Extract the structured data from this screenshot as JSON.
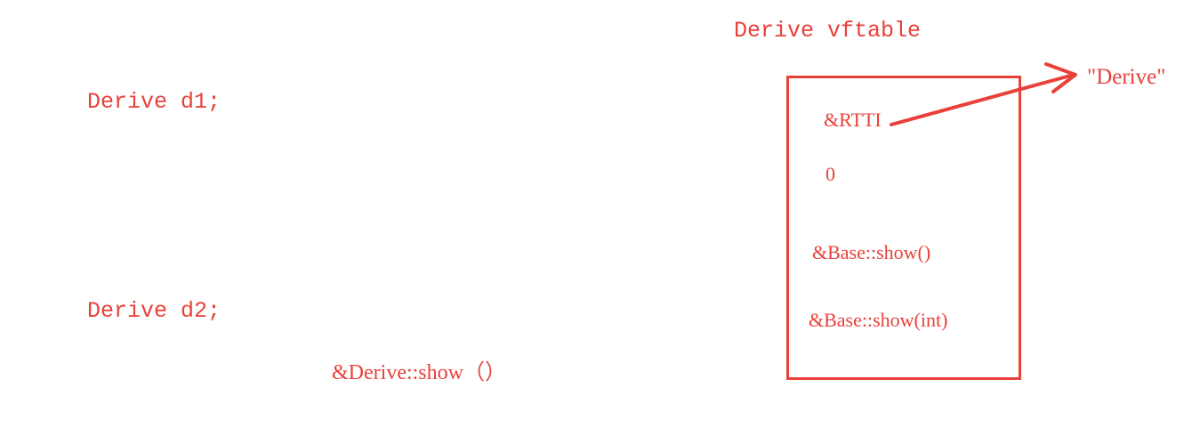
{
  "left": {
    "d1": "Derive d1;",
    "d2": "Derive d2;",
    "derive_show": "&Derive::show（）"
  },
  "vftable": {
    "title": "Derive vftable",
    "rows": [
      "&RTTI",
      "0",
      "&Base::show()",
      "&Base::show(int)"
    ],
    "rtti_target": "\"Derive\""
  },
  "colors": {
    "ink": "#e8413a"
  }
}
